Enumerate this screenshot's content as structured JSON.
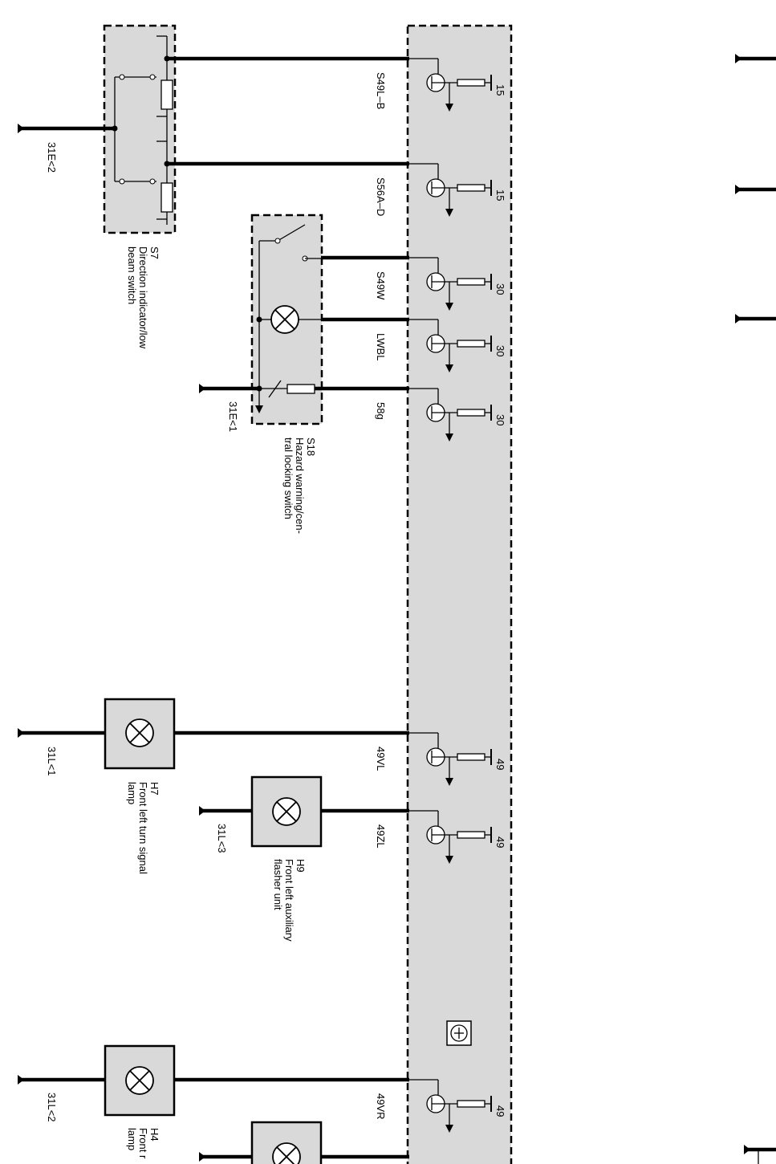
{
  "modules": {
    "s7": {
      "code": "S7",
      "desc1": "Direction indicator/low",
      "desc2": "beam  switch",
      "ground": "31E<2"
    },
    "s18": {
      "code": "S18",
      "desc1": "Hazard warning/cen-",
      "desc2": "tral locking switch",
      "ground": "31E<1"
    },
    "h7": {
      "code": "H7",
      "desc1": "Front left turn signal",
      "desc2": "lamp",
      "ground": "31L<1"
    },
    "h9": {
      "code": "H9",
      "desc1": "Front left auxiliary",
      "desc2": "flasher unit",
      "ground": "31L<3"
    },
    "h4": {
      "code": "H4",
      "desc1": "Front r",
      "desc2": "lamp",
      "ground": "31L<2"
    }
  },
  "signals": [
    {
      "wire": "S49L–B",
      "pin": "15"
    },
    {
      "wire": "S56A–D",
      "pin": "15"
    },
    {
      "wire": "S49W",
      "pin": "30"
    },
    {
      "wire": "LWBL",
      "pin": "30"
    },
    {
      "wire": "58g",
      "pin": "30"
    },
    {
      "wire": "49VL",
      "pin": "49"
    },
    {
      "wire": "49ZL",
      "pin": "49"
    },
    {
      "wire": "49VR",
      "pin": "49"
    }
  ]
}
